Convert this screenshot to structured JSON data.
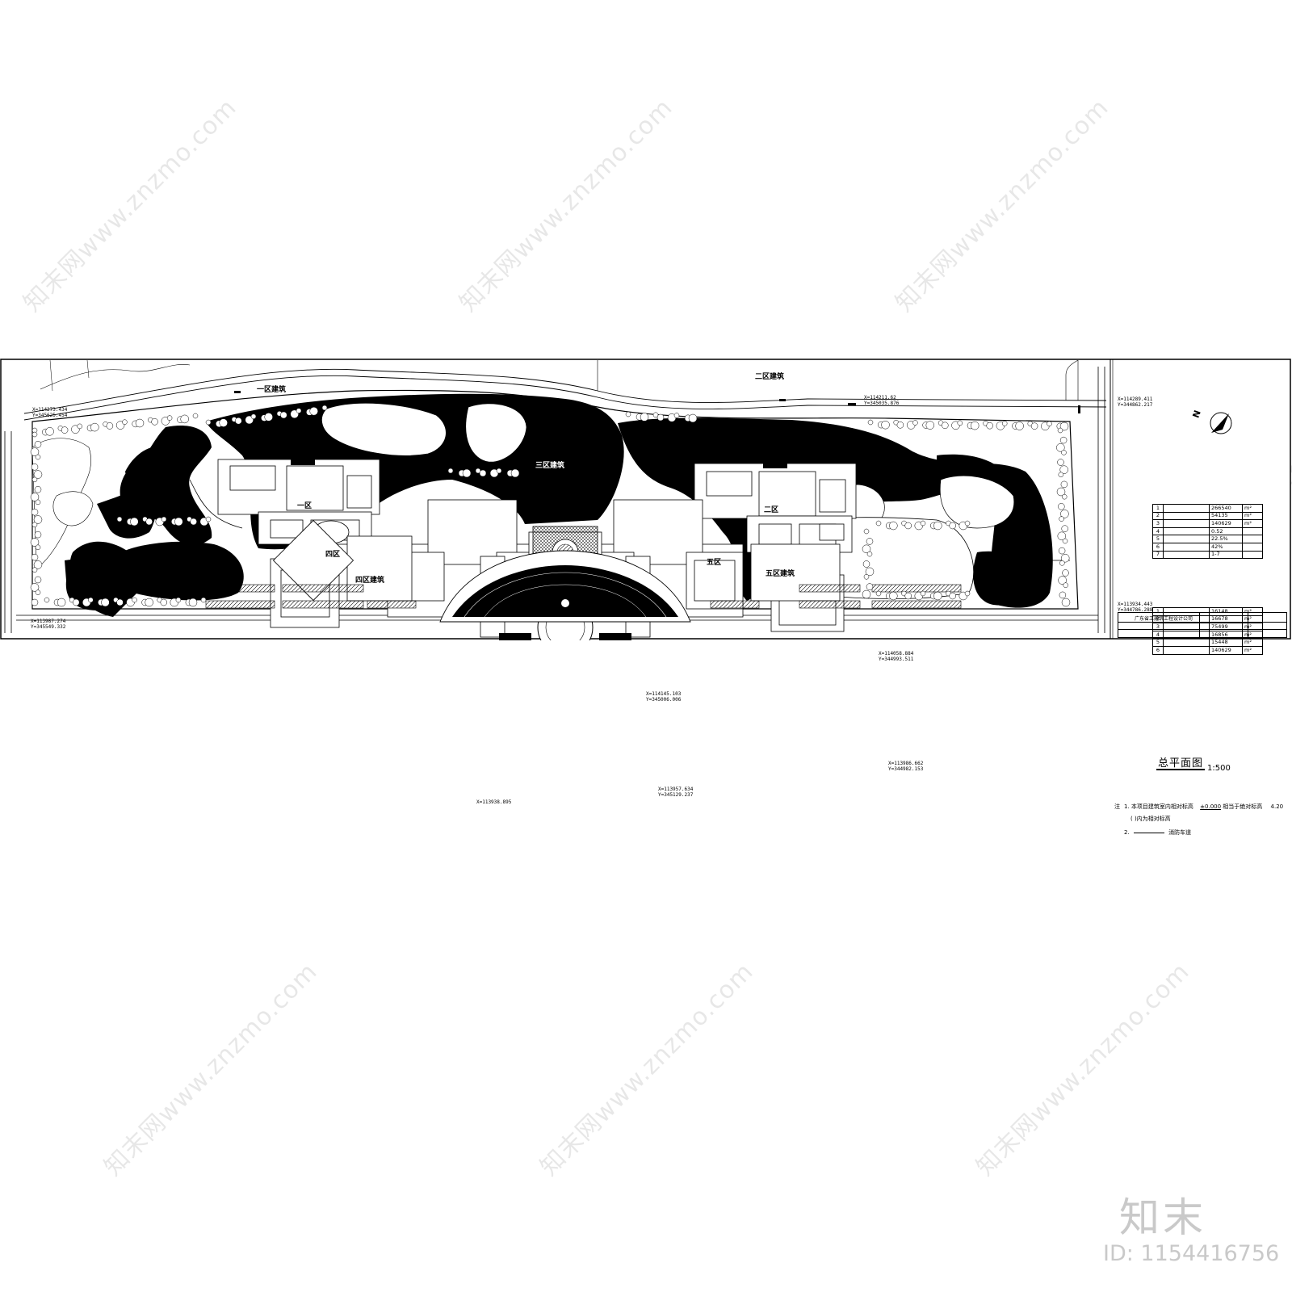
{
  "watermark": {
    "text": "知末网www.znzmo.com"
  },
  "plan": {
    "zones": {
      "zone1_building": "一区建筑",
      "zone2_building": "二区建筑",
      "zone3_building": "三区建筑",
      "zone4_building": "四区建筑",
      "zone5_building": "五区建筑",
      "zone1": "一区",
      "zone2": "二区",
      "zone4": "四区",
      "zone5": "五区"
    },
    "coordinates": [
      {
        "x": "X=114273.434",
        "y": "Y=345625.454"
      },
      {
        "x": "X=114211.62",
        "y": "Y=345035.876"
      },
      {
        "x": "X=114289.411",
        "y": "Y=344862.217"
      },
      {
        "x": "X=114058.884",
        "y": "Y=344993.511"
      },
      {
        "x": "X=114145.103",
        "y": "Y=345006.006"
      },
      {
        "x": "X=113986.662",
        "y": "Y=344982.153"
      },
      {
        "x": "X=113957.634",
        "y": "Y=345129.237"
      },
      {
        "x": "X=113934.443",
        "y": "Y=344786.288"
      },
      {
        "x": "X=113987.274",
        "y": "Y=345549.332"
      },
      {
        "x": "X=113938.895",
        "y": ""
      }
    ],
    "north_arrow": {
      "letter": "N"
    },
    "table1": {
      "rows": [
        {
          "n": "1",
          "v": "266540",
          "u": "m²"
        },
        {
          "n": "2",
          "v": "54135",
          "u": "m²"
        },
        {
          "n": "3",
          "v": "140629",
          "u": "m²"
        },
        {
          "n": "4",
          "v": "0.52",
          "u": ""
        },
        {
          "n": "5",
          "v": "22.5%",
          "u": ""
        },
        {
          "n": "6",
          "v": "42%",
          "u": ""
        },
        {
          "n": "7",
          "v": "1-7",
          "u": ""
        }
      ]
    },
    "table2": {
      "rows": [
        {
          "n": "1",
          "v": "16148",
          "u": "m²"
        },
        {
          "n": "2",
          "v": "16678",
          "u": "m²"
        },
        {
          "n": "3",
          "v": "75499",
          "u": "m²"
        },
        {
          "n": "4",
          "v": "16856",
          "u": "m²"
        },
        {
          "n": "5",
          "v": "15448",
          "u": "m²"
        },
        {
          "n": "6",
          "v": "140629",
          "u": "m²"
        }
      ]
    },
    "title": {
      "main": "总平面图",
      "scale": "1:500"
    },
    "notes": {
      "label": "注",
      "item1_num": "1.",
      "item1_text": "本项目建筑室内相对标高",
      "item1_value": "±0.000",
      "item1_suffix": "相当于绝对标高",
      "item1_elev": "4.20",
      "item1_line2": "(    )内为相对标高",
      "item2_num": "2.",
      "item2_text": "消防车道"
    },
    "titleblock": {
      "company": "广东省工建筑工程设计公司"
    }
  },
  "brand": {
    "name": "知末",
    "id": "ID: 1154416756"
  }
}
